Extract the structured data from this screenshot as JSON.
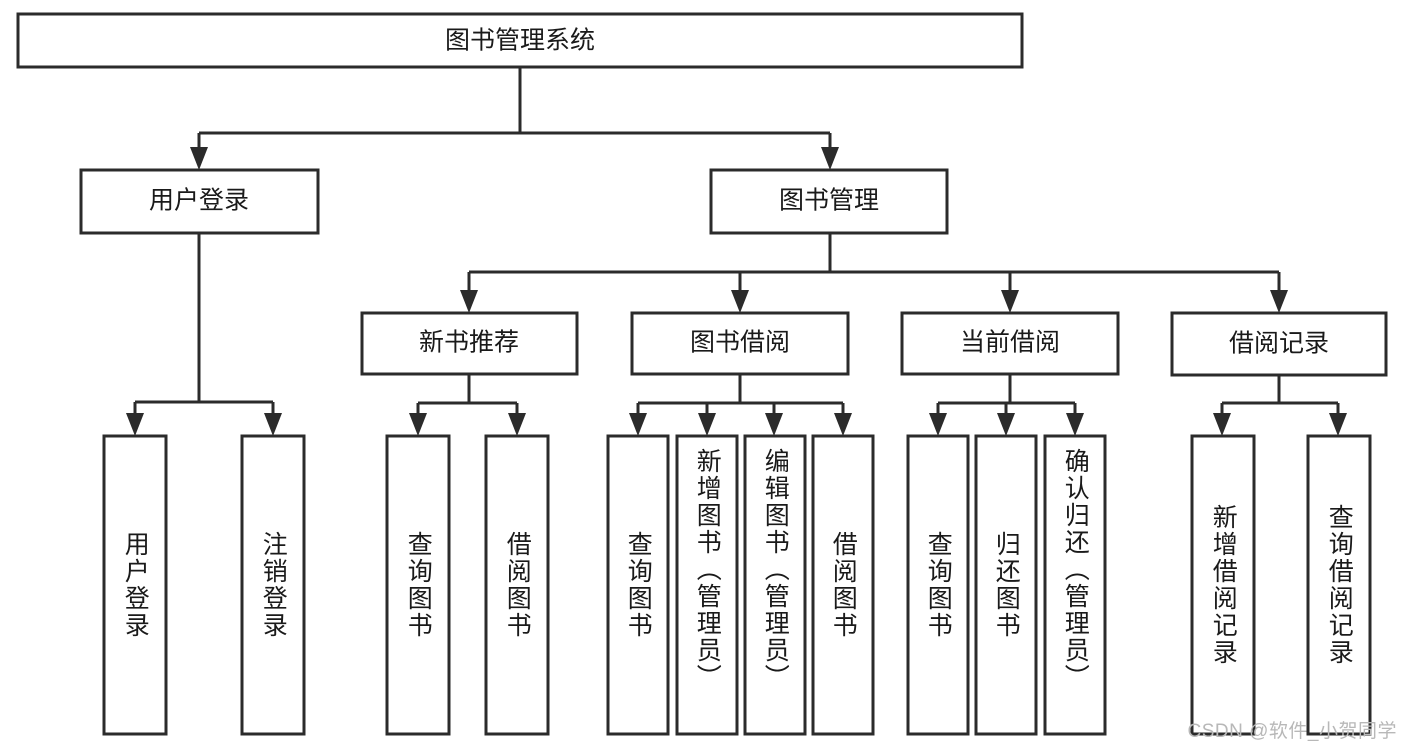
{
  "diagram": {
    "type": "tree",
    "title": "图书管理系统",
    "colors": {
      "box_stroke": "#2b2b2b",
      "box_fill": "#ffffff",
      "text": "#1a1a1a",
      "background": "#ffffff",
      "watermark": "#b8b8b8"
    },
    "root": {
      "label": "图书管理系统"
    },
    "level2": [
      {
        "label": "用户登录"
      },
      {
        "label": "图书管理"
      }
    ],
    "level3": [
      {
        "label": "新书推荐"
      },
      {
        "label": "图书借阅"
      },
      {
        "label": "当前借阅"
      },
      {
        "label": "借阅记录"
      }
    ],
    "leaves": {
      "user_login": [
        {
          "label": "用户登录"
        },
        {
          "label": "注销登录"
        }
      ],
      "new_book_recommend": [
        {
          "label": "查询图书"
        },
        {
          "label": "借阅图书"
        }
      ],
      "book_borrow": [
        {
          "label": "查询图书"
        },
        {
          "label": "新增图书（管理员）"
        },
        {
          "label": "编辑图书（管理员）"
        },
        {
          "label": "借阅图书"
        }
      ],
      "current_borrow": [
        {
          "label": "查询图书"
        },
        {
          "label": "归还图书"
        },
        {
          "label": "确认归还（管理员）"
        }
      ],
      "borrow_records": [
        {
          "label": "新增借阅记录"
        },
        {
          "label": "查询借阅记录"
        }
      ]
    },
    "watermark": "CSDN @软件_小贺同学"
  }
}
